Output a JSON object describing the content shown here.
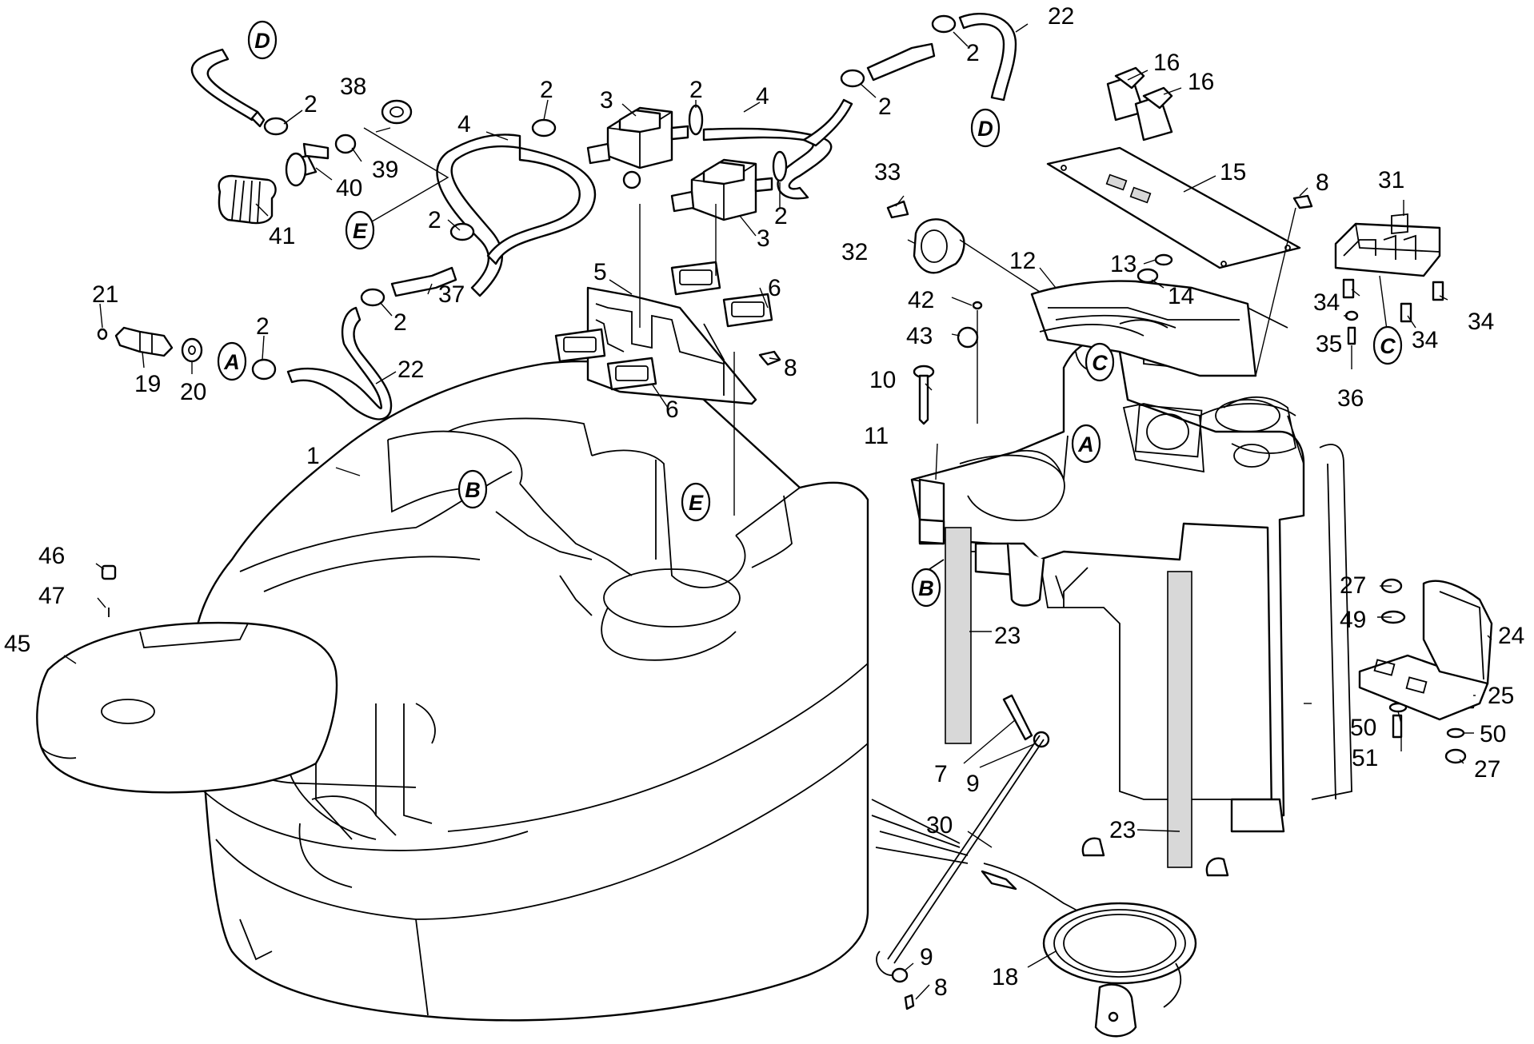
{
  "part_labels": [
    {
      "id": "lbl-d-top",
      "text": "D"
    },
    {
      "id": "lbl-2-a",
      "text": "2"
    },
    {
      "id": "lbl-38",
      "text": "38"
    },
    {
      "id": "lbl-39",
      "text": "39"
    },
    {
      "id": "lbl-40",
      "text": "40"
    },
    {
      "id": "lbl-41",
      "text": "41"
    },
    {
      "id": "lbl-4-a",
      "text": "4"
    },
    {
      "id": "lbl-2-b",
      "text": "2"
    },
    {
      "id": "lbl-3-a",
      "text": "3"
    },
    {
      "id": "lbl-2-c",
      "text": "2"
    },
    {
      "id": "lbl-4-b",
      "text": "4"
    },
    {
      "id": "lbl-2-d",
      "text": "2"
    },
    {
      "id": "lbl-2-e",
      "text": "2"
    },
    {
      "id": "lbl-22-a",
      "text": "22"
    },
    {
      "id": "lbl-3-b",
      "text": "3"
    },
    {
      "id": "lbl-2-f",
      "text": "2"
    },
    {
      "id": "lbl-2-g",
      "text": "2"
    },
    {
      "id": "lbl-37",
      "text": "37"
    },
    {
      "id": "lbl-2-h",
      "text": "2"
    },
    {
      "id": "lbl-21",
      "text": "21"
    },
    {
      "id": "lbl-2-i",
      "text": "2"
    },
    {
      "id": "lbl-19",
      "text": "19"
    },
    {
      "id": "lbl-20",
      "text": "20"
    },
    {
      "id": "lbl-22-b",
      "text": "22"
    },
    {
      "id": "lbl-5",
      "text": "5"
    },
    {
      "id": "lbl-6-a",
      "text": "6"
    },
    {
      "id": "lbl-6-b",
      "text": "6"
    },
    {
      "id": "lbl-8-a",
      "text": "8"
    },
    {
      "id": "lbl-16-a",
      "text": "16"
    },
    {
      "id": "lbl-16-b",
      "text": "16"
    },
    {
      "id": "lbl-15",
      "text": "15"
    },
    {
      "id": "lbl-8-b",
      "text": "8"
    },
    {
      "id": "lbl-31",
      "text": "31"
    },
    {
      "id": "lbl-33",
      "text": "33"
    },
    {
      "id": "lbl-32",
      "text": "32"
    },
    {
      "id": "lbl-12",
      "text": "12"
    },
    {
      "id": "lbl-13",
      "text": "13"
    },
    {
      "id": "lbl-14",
      "text": "14"
    },
    {
      "id": "lbl-42",
      "text": "42"
    },
    {
      "id": "lbl-43",
      "text": "43"
    },
    {
      "id": "lbl-34-a",
      "text": "34"
    },
    {
      "id": "lbl-34-b",
      "text": "34"
    },
    {
      "id": "lbl-34-c",
      "text": "34"
    },
    {
      "id": "lbl-35",
      "text": "35"
    },
    {
      "id": "lbl-36",
      "text": "36"
    },
    {
      "id": "lbl-10",
      "text": "10"
    },
    {
      "id": "lbl-11",
      "text": "11"
    },
    {
      "id": "lbl-1",
      "text": "1"
    },
    {
      "id": "lbl-46",
      "text": "46"
    },
    {
      "id": "lbl-47",
      "text": "47"
    },
    {
      "id": "lbl-45",
      "text": "45"
    },
    {
      "id": "lbl-23-a",
      "text": "23"
    },
    {
      "id": "lbl-23-b",
      "text": "23"
    },
    {
      "id": "lbl-27-a",
      "text": "27"
    },
    {
      "id": "lbl-49",
      "text": "49"
    },
    {
      "id": "lbl-24",
      "text": "24"
    },
    {
      "id": "lbl-25",
      "text": "25"
    },
    {
      "id": "lbl-50-a",
      "text": "50"
    },
    {
      "id": "lbl-50-b",
      "text": "50"
    },
    {
      "id": "lbl-51",
      "text": "51"
    },
    {
      "id": "lbl-27-b",
      "text": "27"
    },
    {
      "id": "lbl-7",
      "text": "7"
    },
    {
      "id": "lbl-9-a",
      "text": "9"
    },
    {
      "id": "lbl-30",
      "text": "30"
    },
    {
      "id": "lbl-9-b",
      "text": "9"
    },
    {
      "id": "lbl-8-c",
      "text": "8"
    },
    {
      "id": "lbl-18",
      "text": "18"
    }
  ],
  "connection_markers": [
    {
      "id": "mk-d-top",
      "text": "D"
    },
    {
      "id": "mk-d-right",
      "text": "D"
    },
    {
      "id": "mk-e-left",
      "text": "E"
    },
    {
      "id": "mk-e-body",
      "text": "E"
    },
    {
      "id": "mk-a-left",
      "text": "A"
    },
    {
      "id": "mk-a-right",
      "text": "A"
    },
    {
      "id": "mk-b-tank",
      "text": "B"
    },
    {
      "id": "mk-b-frame",
      "text": "B"
    },
    {
      "id": "mk-c-frame",
      "text": "C"
    },
    {
      "id": "mk-c-right",
      "text": "C"
    }
  ]
}
